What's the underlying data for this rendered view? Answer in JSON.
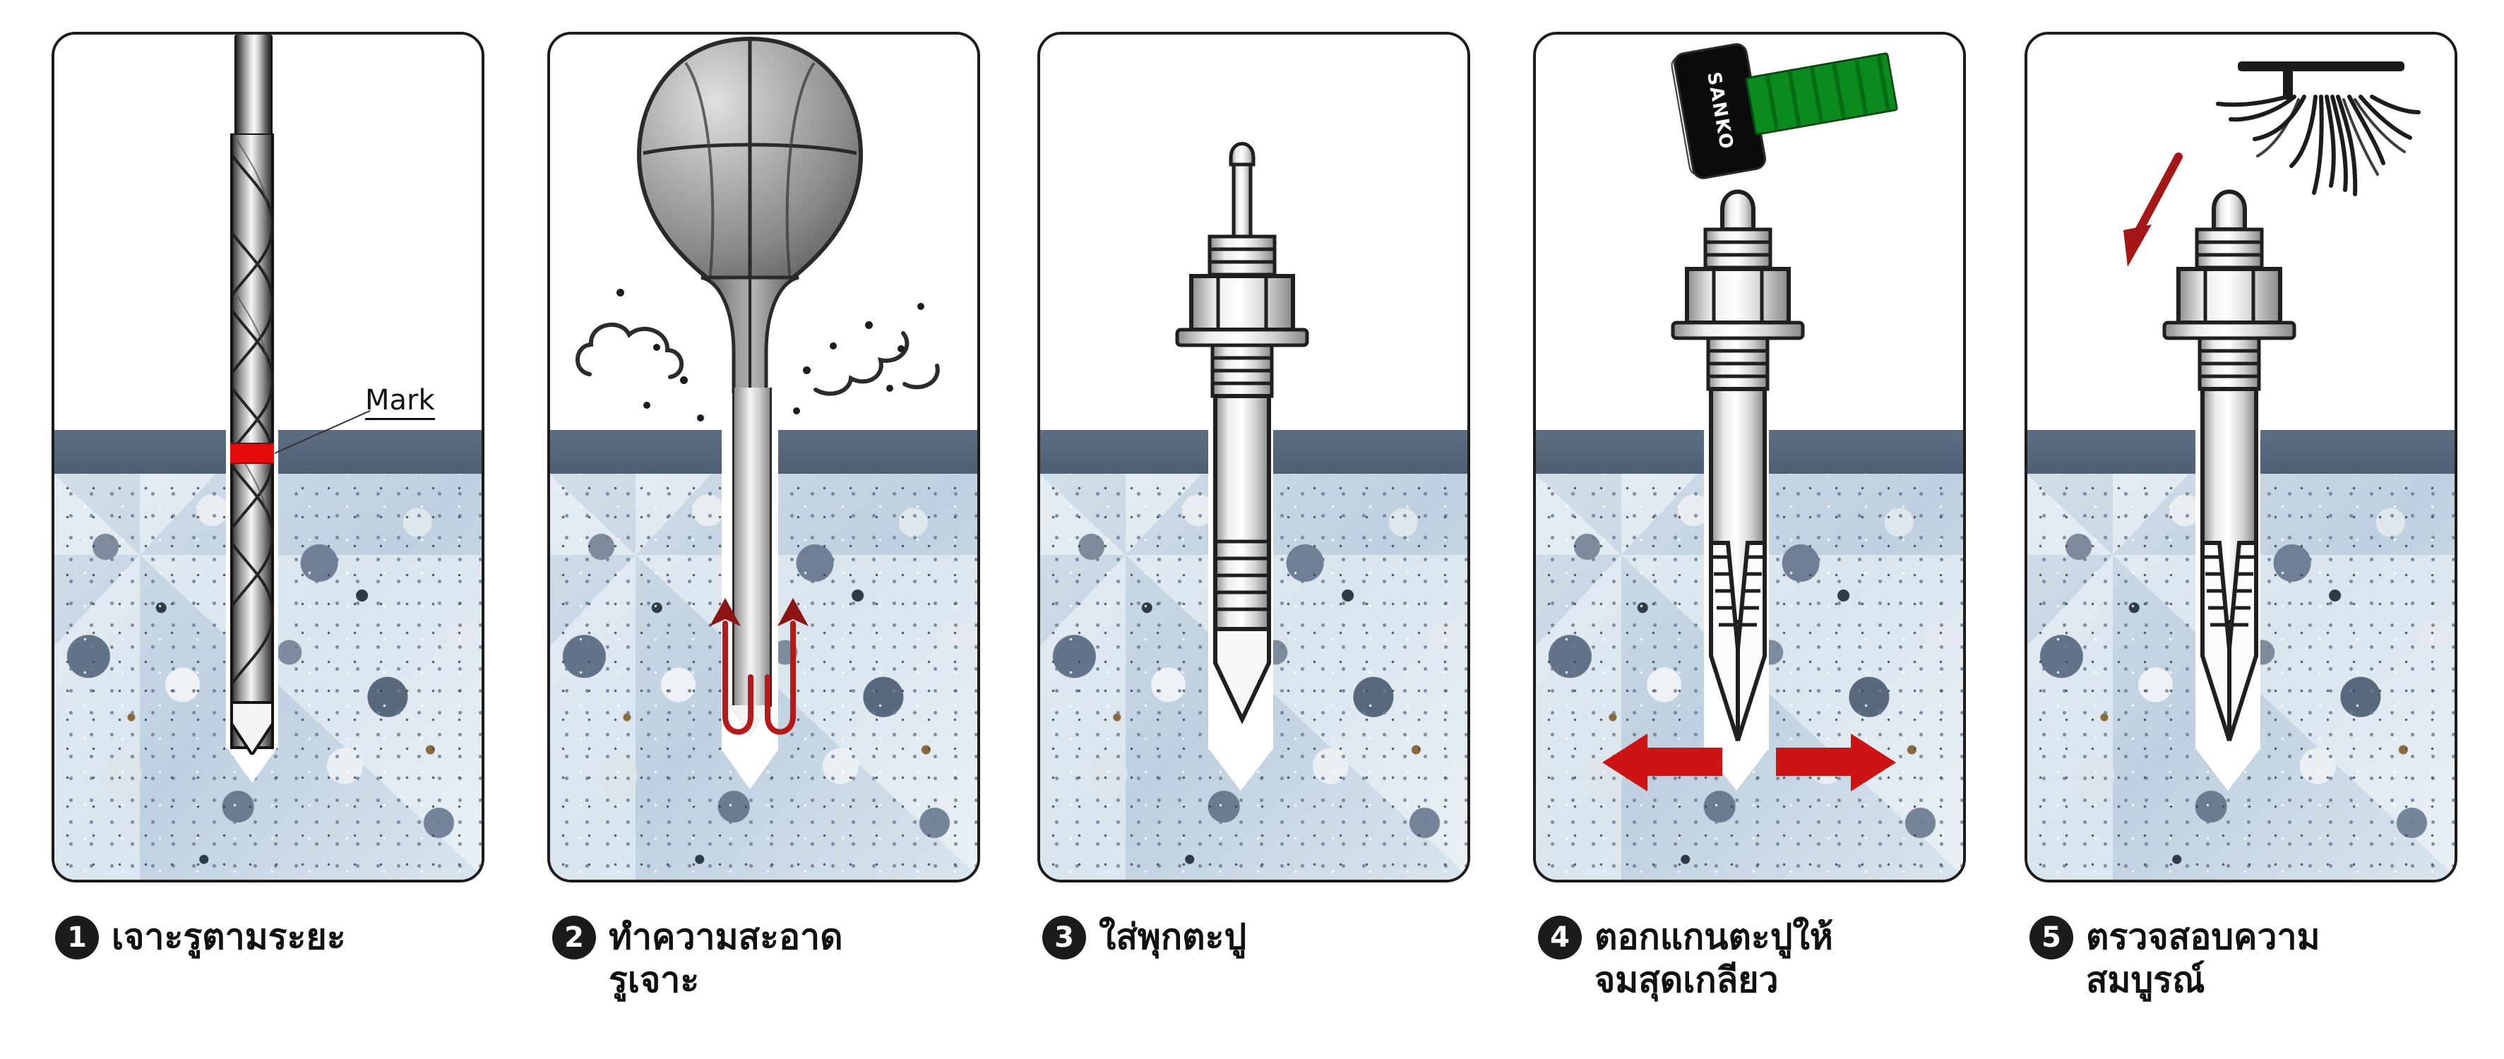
{
  "diagram": {
    "title": "Nail-in anchor installation steps",
    "panel_count": 5,
    "colors": {
      "panel_border": "#1c1c1c",
      "surface_band": "#55667a",
      "concrete": "#b9c3cd",
      "mark_red": "#e50b0b",
      "arrow_red": "#cc1414",
      "hammer_handle_green": "#0b8a1e",
      "hammer_head_black": "#0b0b0b",
      "number_badge": "#1b1b1b"
    }
  },
  "steps": [
    {
      "number": "1",
      "caption": "เจาะรูตามระยะ",
      "illustration": "masonry-drill-bit",
      "annotation_label": "Mark",
      "annotation_color": "#e50b0b"
    },
    {
      "number": "2",
      "caption": "ทำความสะอาด\nรูเจาะ",
      "illustration": "blower-bulb-cleaning-hole",
      "airflow_arrows": 2,
      "dust_clouds": 2
    },
    {
      "number": "3",
      "caption": "ใส่พุกตะปู",
      "illustration": "nail-anchor-inserted",
      "pin_state": "protruding"
    },
    {
      "number": "4",
      "caption": "ตอกแกนตะปูให้\nจมสุดเกลียว",
      "illustration": "hammer-driving-pin",
      "tool_brand": "SANKO",
      "expansion_arrows": [
        "left",
        "right"
      ],
      "pin_state": "driven-flush"
    },
    {
      "number": "5",
      "caption": "ตรวจสอบความ\nสมบูรณ์",
      "illustration": "brush-checking-finished-anchor",
      "pin_state": "driven-flush"
    }
  ]
}
